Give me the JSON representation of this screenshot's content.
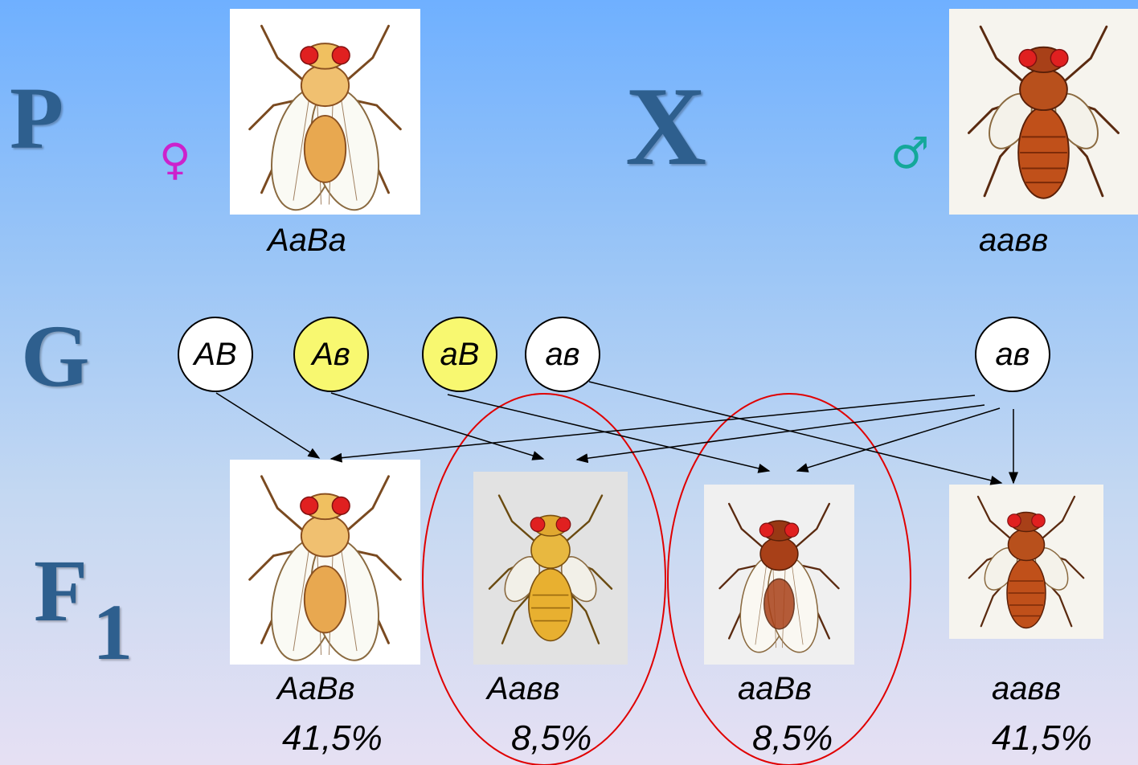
{
  "generations": {
    "p": "P",
    "g": "G",
    "f": "F",
    "f_sub": "1"
  },
  "cross_symbol": "X",
  "female_symbol": "♀",
  "male_symbol": "♂",
  "colors": {
    "female": "#cc22cc",
    "male": "#14a89a",
    "label": "#2e5f8e",
    "gamete_yellow": "#f8f870",
    "ellipse": "#e00000"
  },
  "parents": {
    "female": {
      "genotype": "AaBa",
      "icon": "fly-grey-vestigial-wings"
    },
    "male": {
      "genotype": "aaвв",
      "icon": "fly-dark-short-wings"
    }
  },
  "gametes": [
    {
      "text": "AB",
      "fill": "white"
    },
    {
      "text": "Aв",
      "fill": "yellow"
    },
    {
      "text": "aB",
      "fill": "yellow"
    },
    {
      "text": "aв",
      "fill": "white"
    },
    {
      "text": "aв",
      "fill": "white"
    }
  ],
  "offspring": [
    {
      "genotype": "AaBв",
      "percent": "41,5%",
      "highlighted": false
    },
    {
      "genotype": "Aaвв",
      "percent": "8,5%",
      "highlighted": true
    },
    {
      "genotype": "aaBв",
      "percent": "8,5%",
      "highlighted": true
    },
    {
      "genotype": "aaвв",
      "percent": "41,5%",
      "highlighted": false
    }
  ]
}
